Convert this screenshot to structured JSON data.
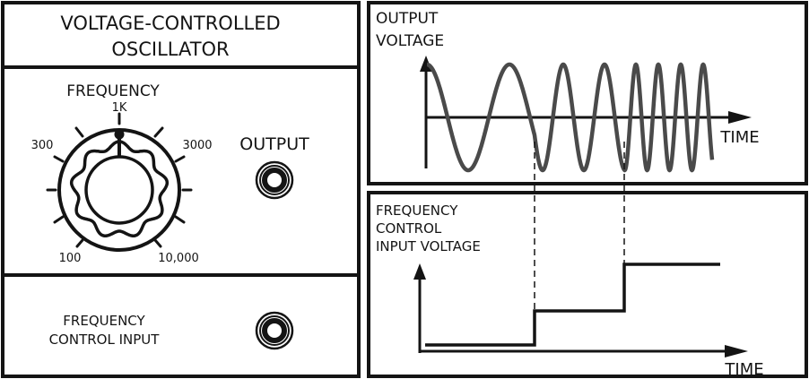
{
  "module": {
    "title_line1": "VOLTAGE-CONTROLLED",
    "title_line2": "OSCILLATOR",
    "knob_label": "FREQUENCY",
    "dial_marks": {
      "top": "1K",
      "left": "300",
      "right": "3000",
      "bottom_left": "100",
      "bottom_right": "10,000"
    },
    "output_label": "OUTPUT",
    "control_input_line1": "FREQUENCY",
    "control_input_line2": "CONTROL INPUT"
  },
  "output_plot": {
    "ylabel_line1": "OUTPUT",
    "ylabel_line2": "VOLTAGE",
    "xlabel": "TIME"
  },
  "control_plot": {
    "ylabel_line1": "FREQUENCY",
    "ylabel_line2": "CONTROL",
    "ylabel_line3": "INPUT VOLTAGE",
    "xlabel": "TIME"
  },
  "colors": {
    "ink": "#141414",
    "waveform": "#4a4a4a",
    "background": "#ffffff"
  }
}
